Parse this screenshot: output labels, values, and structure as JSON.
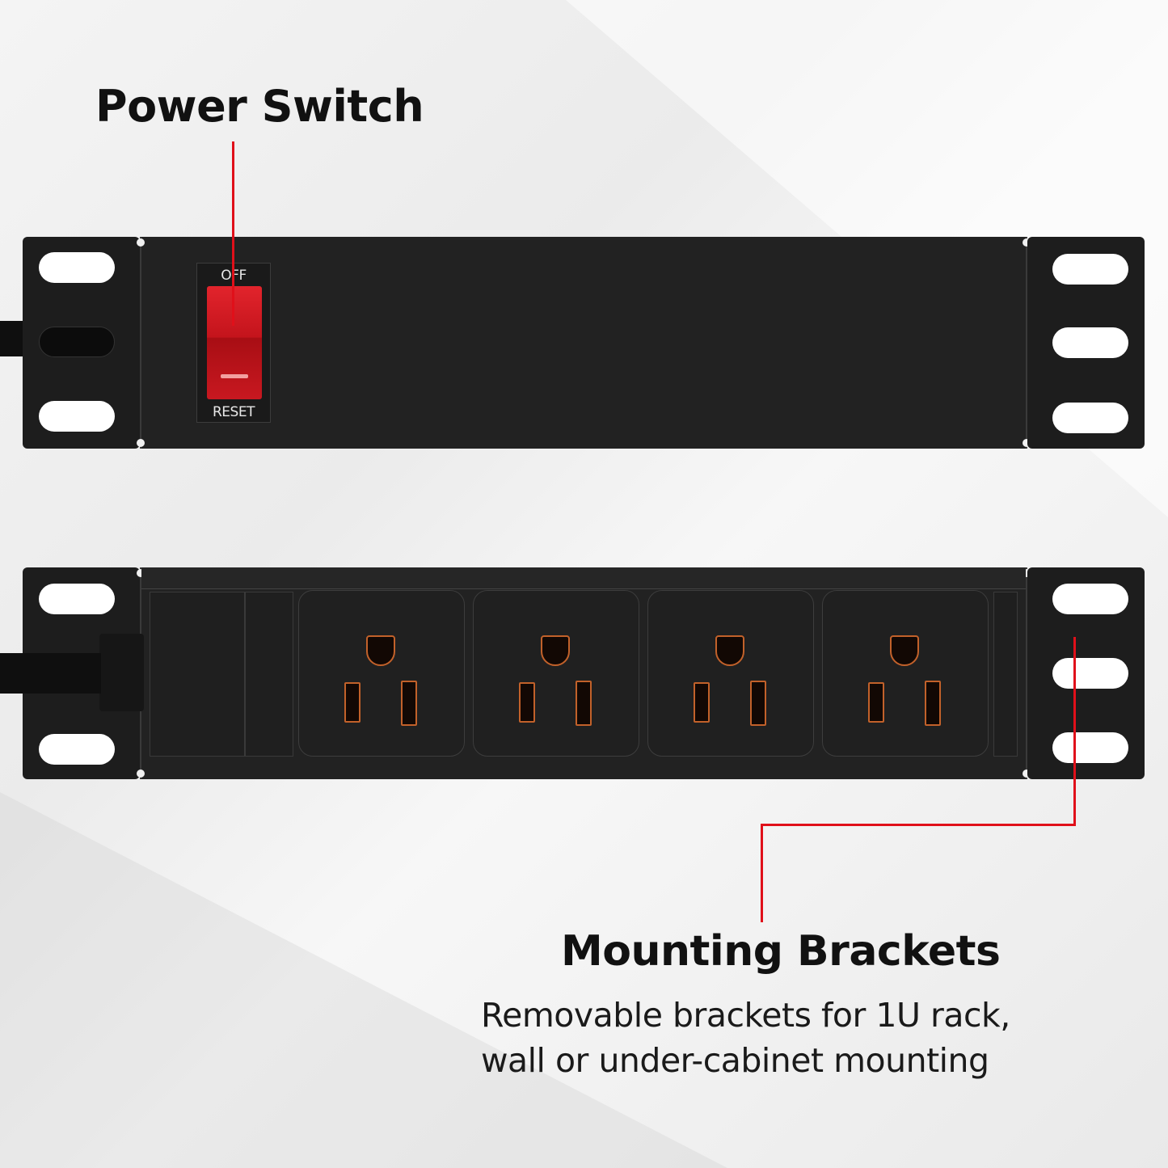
{
  "callouts": {
    "power_switch": {
      "title": "Power Switch"
    },
    "mounting_brackets": {
      "title": "Mounting Brackets",
      "description_line1": "Removable brackets for 1U rack,",
      "description_line2": "wall or under-cabinet mounting"
    }
  },
  "switch": {
    "off_label": "OFF",
    "reset_label": "RESET"
  },
  "outlets": {
    "count": 4
  },
  "colors": {
    "callout_line": "#e0101a",
    "rocker": "#d01c24",
    "housing": "#222222",
    "outlet_accent": "#c2612a"
  }
}
